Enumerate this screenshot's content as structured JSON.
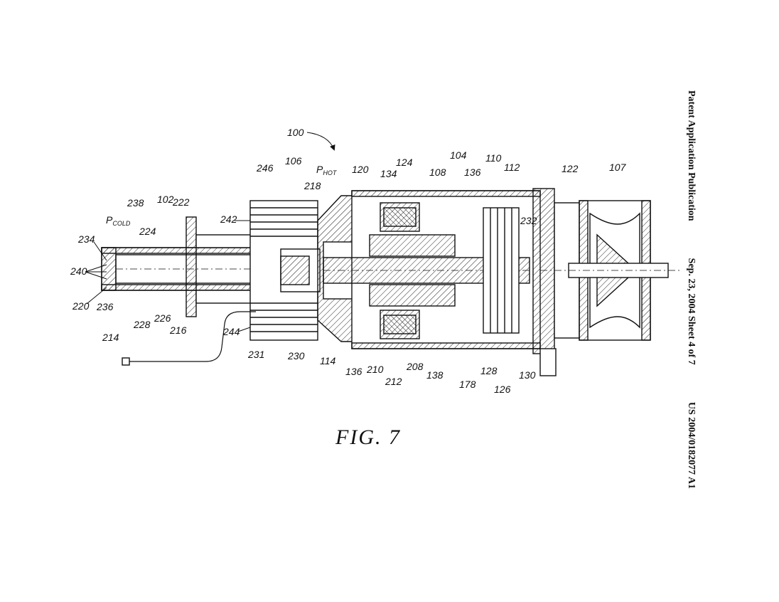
{
  "header": {
    "publication": "Patent Application Publication",
    "date_sheet": "Sep. 23, 2004   Sheet 4 of 7",
    "number": "US 2004/0182077 A1"
  },
  "figure": {
    "caption": "FIG.  7",
    "ref_main": "100",
    "p_cold": "P",
    "p_cold_sub": "COLD",
    "p_hot": "P",
    "p_hot_sub": "HOT",
    "labels": {
      "l102": "102",
      "l104": "104",
      "l106": "106",
      "l107": "107",
      "l108": "108",
      "l110": "110",
      "l112": "112",
      "l114": "114",
      "l120": "120",
      "l122": "122",
      "l124": "124",
      "l126": "126",
      "l128": "128",
      "l130": "130",
      "l134": "134",
      "l136a": "136",
      "l136b": "136",
      "l138": "138",
      "l178": "178",
      "l208": "208",
      "l210": "210",
      "l212": "212",
      "l214": "214",
      "l216": "216",
      "l218": "218",
      "l220": "220",
      "l222": "222",
      "l224": "224",
      "l226": "226",
      "l228": "228",
      "l230": "230",
      "l231": "231",
      "l232": "232",
      "l234": "234",
      "l236": "236",
      "l238": "238",
      "l240": "240",
      "l242": "242",
      "l244": "244",
      "l246": "246"
    }
  }
}
